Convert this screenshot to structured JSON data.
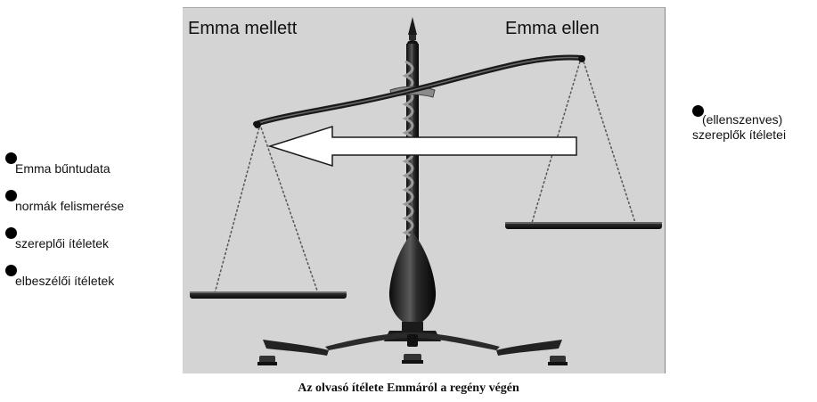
{
  "scale_panel": {
    "label_left": "Emma mellett",
    "label_right": "Emma ellen"
  },
  "left_factors": [
    "Emma bűntudata",
    "normák felismerése",
    "szereplői ítéletek",
    "elbeszélői ítéletek"
  ],
  "right_factor": {
    "line1": "(ellenszenves)",
    "line2": "szereplők ítéletei"
  },
  "caption": "Az olvasó ítélete Emmáról a regény végén",
  "colors": {
    "panel_background": "#d4d4d4",
    "scale_metal": "#1a1a1a",
    "arrow_fill": "#ffffff",
    "bullet": "#000000"
  }
}
